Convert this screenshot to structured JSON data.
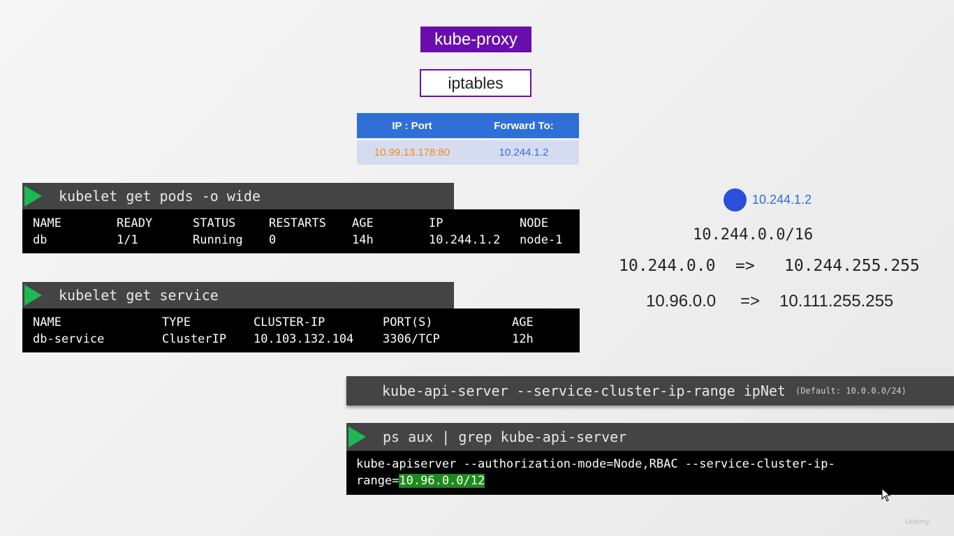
{
  "top": {
    "proxy_label": "kube-proxy",
    "iptables_label": "iptables"
  },
  "ip_table": {
    "headers": [
      "IP : Port",
      "Forward To:"
    ],
    "row": {
      "ip_port": "10.99.13.178:80",
      "forward_to": "10.244.1.2"
    },
    "colors": {
      "header_bg": "#2f6fd6",
      "ip_port": "#f08a1c",
      "forward_to": "#2f6fd6"
    }
  },
  "pods_cmd": {
    "command": "kubelet get pods -o wide",
    "headers": [
      "NAME",
      "READY",
      "STATUS",
      "RESTARTS",
      "AGE",
      "IP",
      "NODE"
    ],
    "row": [
      "db",
      "1/1",
      "Running",
      "0",
      "14h",
      "10.244.1.2",
      "node-1"
    ]
  },
  "svc_cmd": {
    "command": "kubelet get service",
    "headers": [
      "NAME",
      "TYPE",
      "CLUSTER-IP",
      "PORT(S)",
      "AGE"
    ],
    "row": [
      "db-service",
      "ClusterIP",
      "10.103.132.104",
      "3306/TCP",
      "12h"
    ]
  },
  "network": {
    "node_ip": "10.244.1.2",
    "pod_cidr": "10.244.0.0/16",
    "pod_range_start": "10.244.0.0",
    "pod_range_arrow": "=>",
    "pod_range_end": "10.244.255.255",
    "svc_range_start": "10.96.0.0",
    "svc_range_arrow": "=>",
    "svc_range_end": "10.111.255.255"
  },
  "apiserver_flag": {
    "command": "kube-api-server --service-cluster-ip-range ipNet",
    "default_note": "(Default: 10.0.0.0/24)"
  },
  "ps_cmd": {
    "command": "ps aux | grep kube-api-server",
    "output_line1": "kube-apiserver --authorization-mode=Node,RBAC --service-cluster-ip-",
    "output_line2_prefix": "range=",
    "output_line2_highlight": "10.96.0.0/12"
  },
  "watermark": "Udemy"
}
